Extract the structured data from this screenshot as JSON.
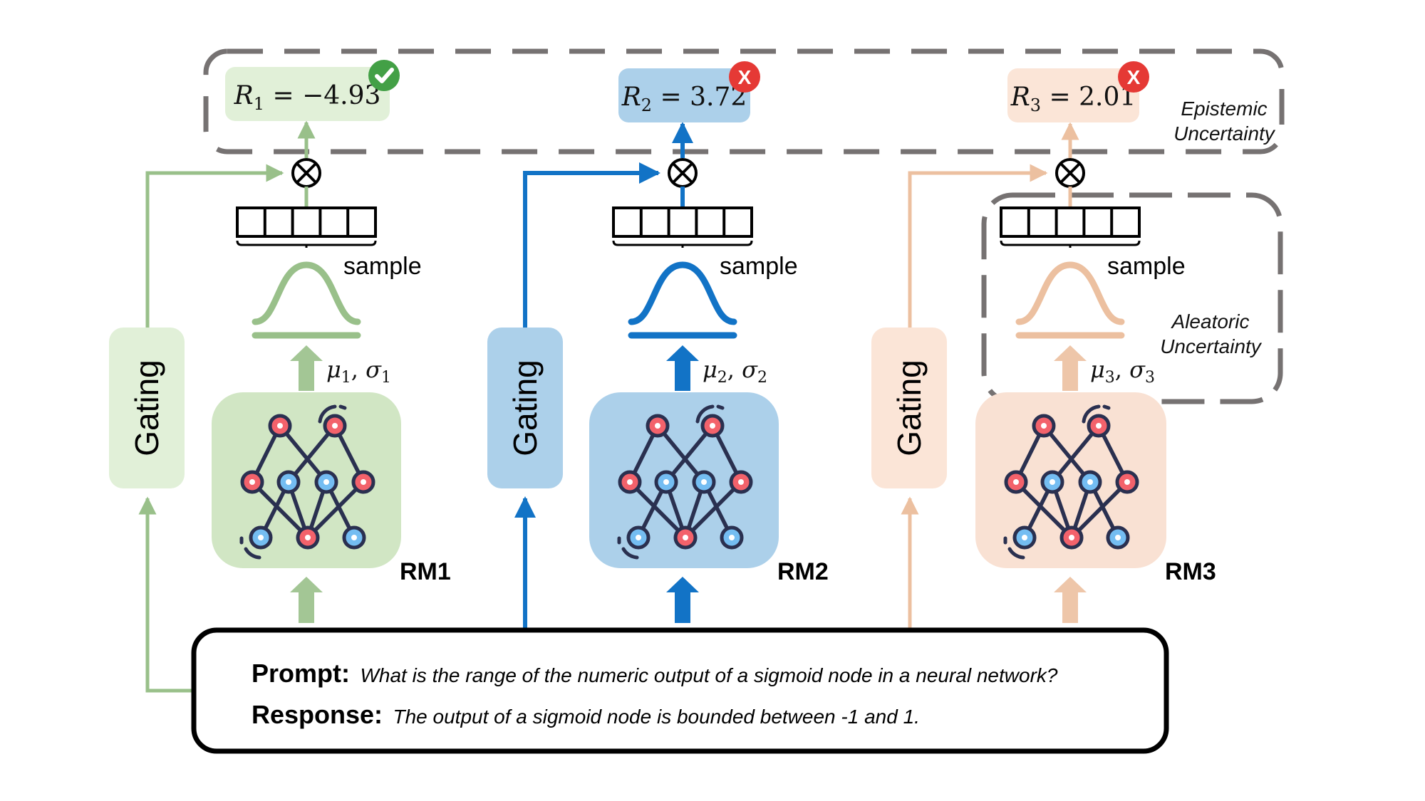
{
  "diagram": {
    "colors": {
      "rm1_accent": "#99c08a",
      "rm1_fill": "#d1e6c4",
      "rm1_light": "#e1f0d8",
      "rm2_accent": "#1273c6",
      "rm2_fill": "#acd0ea",
      "rm2_light": "#acd0ea",
      "rm3_accent": "#ecc0a0",
      "rm3_fill": "#f9e1d3",
      "rm3_light": "#fbe5d7",
      "dash": "#767272",
      "node_red": "#f3626b",
      "node_blue": "#74bdf2",
      "node_stroke": "#2a3050",
      "check_green": "#43a046",
      "cross_red": "#e53935"
    },
    "regions": {
      "epistemic": {
        "line1": "Epistemic",
        "line2": "Uncertainty"
      },
      "aleatoric": {
        "line1": "Aleatoric",
        "line2": "Uncertainty"
      }
    },
    "models": [
      {
        "id": "rm1",
        "label": "RM1",
        "gating_label": "Gating",
        "sample_label": "sample",
        "params": {
          "mu": "μ",
          "sigma": "σ",
          "index": "1"
        },
        "reward": {
          "symbol": "R",
          "index": "1",
          "eq": "=",
          "value": "−4.93"
        },
        "verdict": "correct",
        "verdict_glyph": "✓"
      },
      {
        "id": "rm2",
        "label": "RM2",
        "gating_label": "Gating",
        "sample_label": "sample",
        "params": {
          "mu": "μ",
          "sigma": "σ",
          "index": "2"
        },
        "reward": {
          "symbol": "R",
          "index": "2",
          "eq": "=",
          "value": "3.72"
        },
        "verdict": "incorrect",
        "verdict_glyph": "X"
      },
      {
        "id": "rm3",
        "label": "RM3",
        "gating_label": "Gating",
        "sample_label": "sample",
        "params": {
          "mu": "μ",
          "sigma": "σ",
          "index": "3"
        },
        "reward": {
          "symbol": "R",
          "index": "3",
          "eq": "=",
          "value": "2.01"
        },
        "verdict": "incorrect",
        "verdict_glyph": "X"
      }
    ],
    "input": {
      "prompt_label": "Prompt:",
      "prompt_text": "What is the range of the numeric output of a sigmoid node in a neural network?",
      "response_label": "Response:",
      "response_text": "The output of a sigmoid node is bounded between -1 and 1."
    }
  }
}
